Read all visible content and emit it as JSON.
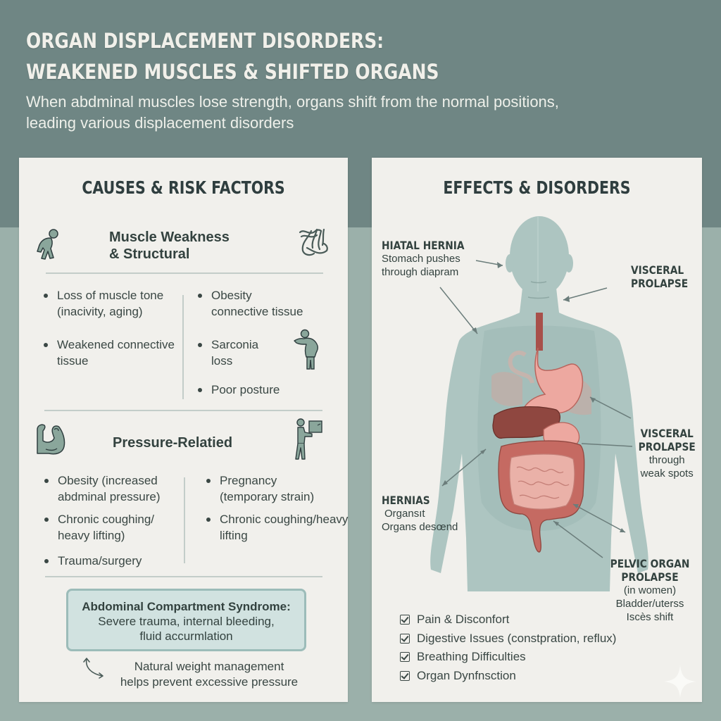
{
  "header": {
    "title_line1": "ORGAN DISPLACEMENT DISORDERS:",
    "title_line2": "WEAKENED MUSCLES & SHIFTED ORGANS",
    "subtitle": "When abdminal muscles lose strength, organs shift from the normal positions, leading various displacement disorders"
  },
  "colors": {
    "top_band": "#6f8684",
    "background": "#9bb0aa",
    "panel": "#f1f0ec",
    "text_dark": "#2f3e3f",
    "icon_fill": "#8aa69b",
    "callout_fill": "#d1e2e0",
    "callout_border": "#9cbcb9",
    "body_silhouette": "#a9c1bd",
    "organ_pink": "#e7a39c",
    "organ_liver": "#8f4740",
    "organ_colon": "#c56a62"
  },
  "left_panel": {
    "title": "CAUSES & RISK FACTORS",
    "section1": {
      "heading_line1": "Muscle Weakness",
      "heading_line2": "& Structural",
      "icon_left": "bent-over-person-icon",
      "icon_right": "tangled-fibers-icon",
      "col1": [
        {
          "line1": "Loss of muscle tone",
          "line2": "(inacivity, aging)"
        },
        {
          "line1": "Weakened connective",
          "line2": "tissue"
        }
      ],
      "col2": [
        {
          "line1": "Obesity",
          "line2": "connective tissue"
        },
        {
          "line1": "Sarconia",
          "line2": "loss"
        },
        {
          "line1": "Poor posture",
          "line2": ""
        }
      ],
      "inline_icon": "hunched-elderly-person-icon"
    },
    "section2": {
      "heading": "Pressure-Relatied",
      "icon_left": "flexed-arm-icon",
      "icon_right": "person-lifting-box-icon",
      "col1": [
        {
          "line1": "Obesity (increased",
          "line2": "abdminal pressure)"
        },
        {
          "line1": "Chronic coughing/",
          "line2": "heavy lifting)"
        },
        {
          "line1": "Trauma/surgery",
          "line2": ""
        }
      ],
      "col2": [
        {
          "line1": "Pregnancy",
          "line2": "(temporary strain)"
        },
        {
          "line1": "Chronic coughing/heavy",
          "line2": "lifting"
        }
      ]
    },
    "callout": {
      "title": "Abdominal Compartment Syndrome:",
      "line1": "Severe trauma, internal bleeding,",
      "line2": "fluid accurmlation"
    },
    "note": {
      "line1": "Natural weight management",
      "line2": "helps prevent excessive pressure",
      "icon": "curved-double-arrow-icon"
    }
  },
  "right_panel": {
    "title": "EFFECTS & DISORDERS",
    "labels": {
      "hiatal_hernia": {
        "title": "HIATAL HERNIA",
        "line1": "Stomach pushes",
        "line2": "through diapram"
      },
      "visceral_prolapse_top": {
        "title_line1": "VISCERAL",
        "title_line2": "PROLAPSE"
      },
      "visceral_prolapse_mid": {
        "title_line1": "VISCERAL",
        "title_line2": "PROLAPSE",
        "line1": "through",
        "line2": "weak spots"
      },
      "hernias": {
        "title": "HERNIAS",
        "line1": "Organsıt",
        "line2": "Organs desœnd"
      },
      "pelvic_organ_prolapse": {
        "title_line1": "PELVIC ORGAN",
        "title_line2": "PROLAPSE",
        "line1": "(in women)",
        "line2": "Bladder/uterss",
        "line3": "Iscès shift"
      }
    },
    "checklist": [
      {
        "label": "Pain & Disconfort",
        "checked": true
      },
      {
        "label": "Digestive Issues (constpration, reflux)",
        "checked": true
      },
      {
        "label": "Breathing Difficulties",
        "checked": true
      },
      {
        "label": "Organ Dynfnsction",
        "checked": true
      }
    ]
  }
}
